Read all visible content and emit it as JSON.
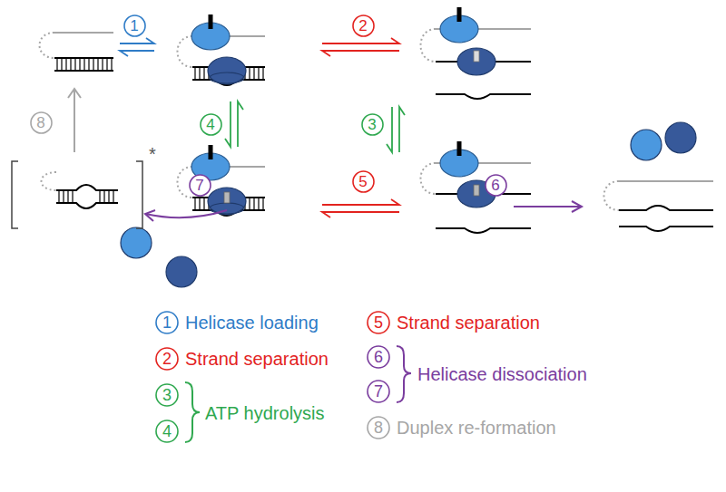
{
  "diagram": {
    "nodes": [
      {
        "text": [
          "1"
        ]
      },
      {
        "text": [
          "2"
        ]
      },
      {
        "text": [
          "4"
        ]
      },
      {
        "text": [
          "3"
        ]
      },
      {
        "text": [
          "8"
        ]
      },
      {
        "text": [
          "7"
        ]
      },
      {
        "text": [
          "5"
        ]
      },
      {
        "text": [
          "6"
        ]
      },
      {
        "text": [
          "1"
        ]
      },
      {
        "text": [
          "5"
        ]
      },
      {
        "text": [
          "2"
        ]
      },
      {
        "text": [
          "6"
        ]
      },
      {
        "text": [
          "3"
        ]
      },
      {
        "text": [
          "7"
        ]
      },
      {
        "text": [
          "4"
        ]
      },
      {
        "text": [
          "8"
        ]
      }
    ],
    "labels": [
      "*",
      "Helicase loading",
      "Strand separation",
      "Strand separation",
      "Helicase dissociation",
      "ATP hydrolysis",
      "Duplex re-formation"
    ]
  }
}
